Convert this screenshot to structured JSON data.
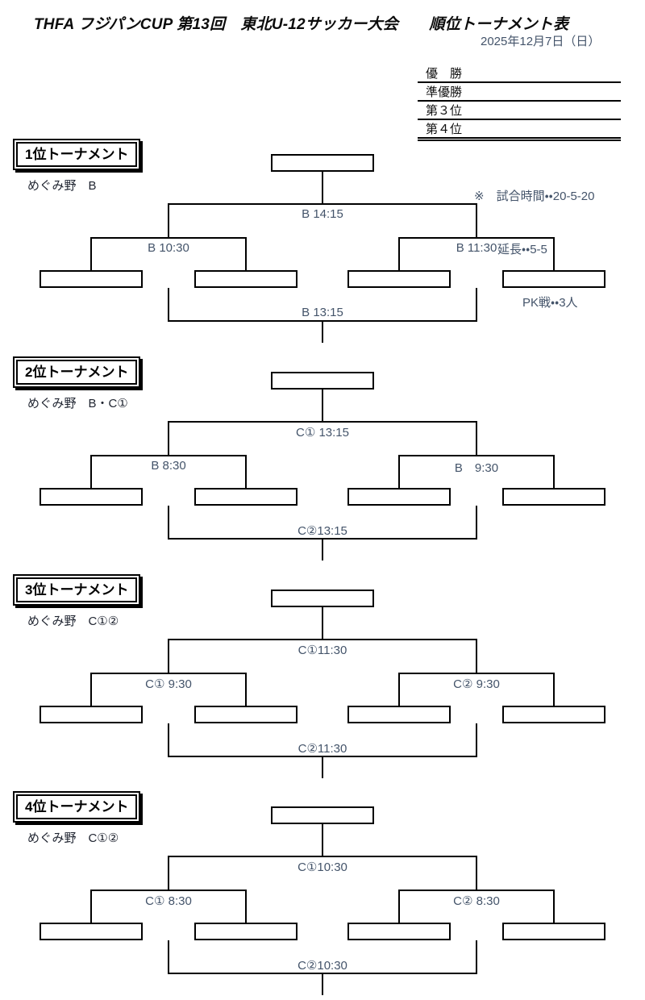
{
  "page": {
    "title": "THFA フジパンCUP 第13回　東北U-12サッカー大会　　順位トーナメント表",
    "date": "2025年12月7日（日）"
  },
  "standings": {
    "rows": [
      {
        "label": "優　勝",
        "value": ""
      },
      {
        "label": "準優勝",
        "value": ""
      },
      {
        "label": "第３位",
        "value": ""
      },
      {
        "label": "第４位",
        "value": ""
      }
    ]
  },
  "notes": {
    "line1": "※　試合時間・・20-5-20",
    "line2": "延長・・5-5",
    "line3": "PK戦・・3人"
  },
  "brackets": [
    {
      "title": "1位トーナメント",
      "venue": "めぐみ野　B",
      "final_time": "B 14:15",
      "semi_left_time": "B 10:30",
      "semi_right_time": "B 11:30",
      "third_place_time": "B 13:15",
      "champion": "",
      "teams": [
        "",
        "",
        "",
        ""
      ]
    },
    {
      "title": "2位トーナメント",
      "venue": "めぐみ野　B・C①",
      "final_time": "C① 13:15",
      "semi_left_time": "B 8:30",
      "semi_right_time": "B　9:30",
      "third_place_time": "C②13:15",
      "champion": "",
      "teams": [
        "",
        "",
        "",
        ""
      ]
    },
    {
      "title": "3位トーナメント",
      "venue": "めぐみ野　C①②",
      "final_time": "C①11:30",
      "semi_left_time": "C① 9:30",
      "semi_right_time": "C② 9:30",
      "third_place_time": "C②11:30",
      "champion": "",
      "teams": [
        "",
        "",
        "",
        ""
      ]
    },
    {
      "title": "4位トーナメント",
      "venue": "めぐみ野　C①②",
      "final_time": "C①10:30",
      "semi_left_time": "C① 8:30",
      "semi_right_time": "C② 8:30",
      "third_place_time": "C②10:30",
      "champion": "",
      "teams": [
        "",
        "",
        "",
        ""
      ]
    }
  ],
  "colors": {
    "line": "#000000",
    "time_text": "#44546a",
    "heading_text": "#0b0b0b"
  }
}
